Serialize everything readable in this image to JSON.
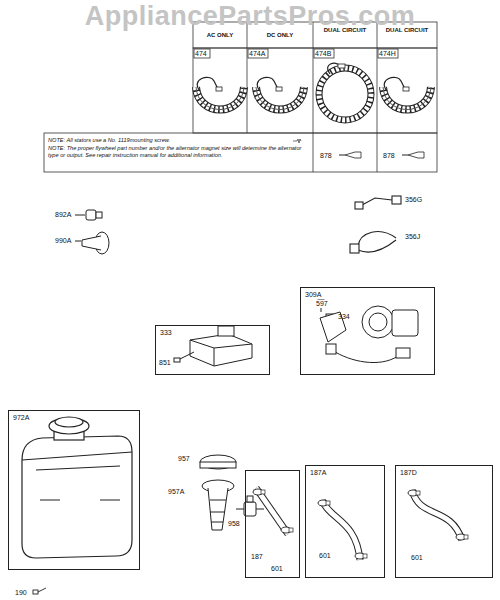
{
  "diagram": {
    "nodes": [
      {
        "text": [
          "309A",
          "597"
        ]
      },
      {
        "text": [
          "333",
          "851"
        ]
      },
      {
        "text": [
          "972A"
        ]
      },
      {
        "text": [
          "187",
          "601"
        ]
      },
      {
        "text": [
          "187A",
          "601"
        ]
      },
      {
        "text": [
          "187D",
          "601"
        ]
      }
    ],
    "labels": [
      "AppliancePartsPros.com",
      "AC ONLY",
      "DC ONLY",
      "DUAL CIRCUIT",
      "DUAL CIRCUIT",
      "474",
      "474A",
      "474B",
      "474H",
      "NOTE: All stators use a No. 1119mounting screw.",
      "NOTE: The proper flywheel part number and/or the alternator magnet size will determine the alternator type or output. See repair instruction manual for additional information.",
      "878",
      "878",
      "892A",
      "990A",
      "356G",
      "356J",
      "334",
      "957",
      "957A",
      "958",
      "190"
    ]
  }
}
